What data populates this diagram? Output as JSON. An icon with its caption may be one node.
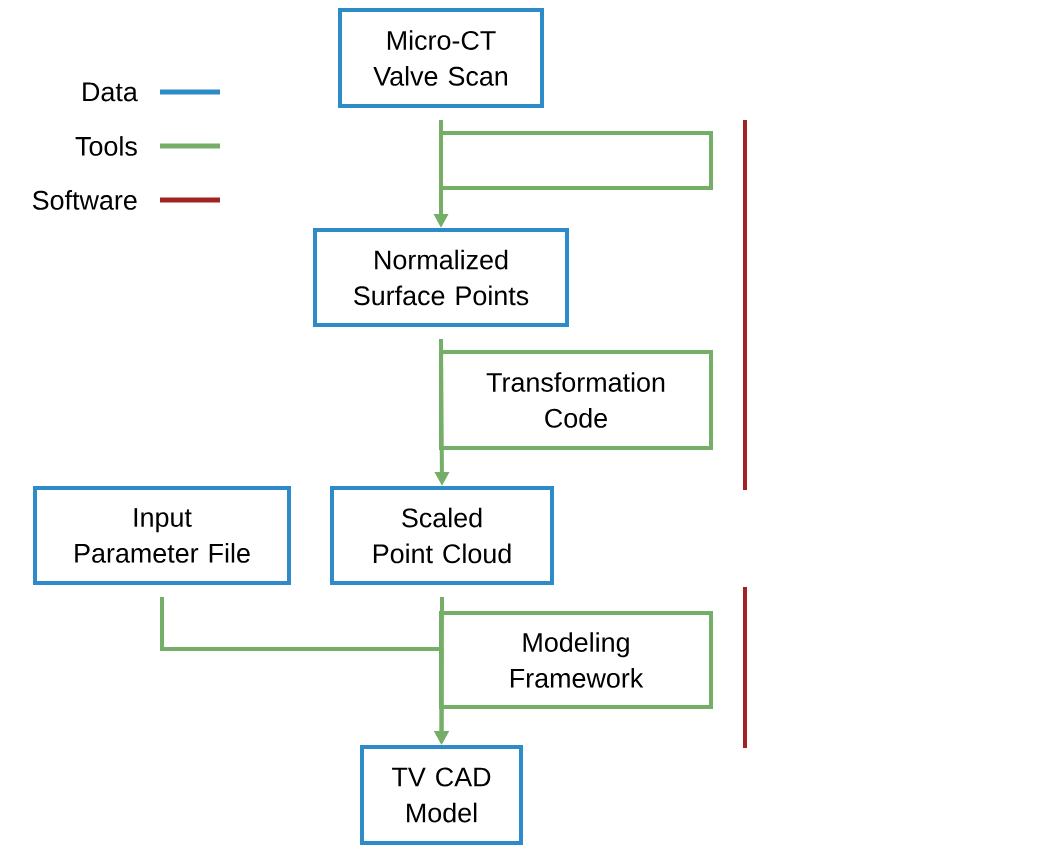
{
  "diagram": {
    "nodes": [
      {
        "text": [
          "Micro-CT Valve Scan"
        ]
      },
      {
        "text": [],
        "shape": "box"
      },
      {
        "text": [
          "Normalized Surface Points"
        ]
      },
      {
        "text": [
          "Transformation Code"
        ]
      },
      {
        "text": [
          "Input Parameter File"
        ]
      },
      {
        "text": [
          "Scaled Point Cloud"
        ]
      },
      {
        "text": [
          "Modeling Framework"
        ]
      },
      {
        "text": [
          "TV CAD Model"
        ]
      }
    ],
    "edges": [
      {
        "from": 0,
        "to": 2,
        "arrow": "to"
      },
      {
        "from": 2,
        "to": 5,
        "arrow": "to"
      },
      {
        "from": 5,
        "to": 7,
        "arrow": "to"
      },
      {
        "from": 4,
        "to": 7,
        "arrow": "to"
      }
    ],
    "legend": [
      {
        "text": "Data",
        "color": "#2e8bc9"
      },
      {
        "text": "Tools",
        "color": "#74ae67"
      },
      {
        "text": "Software",
        "color": "#a02424"
      }
    ]
  }
}
